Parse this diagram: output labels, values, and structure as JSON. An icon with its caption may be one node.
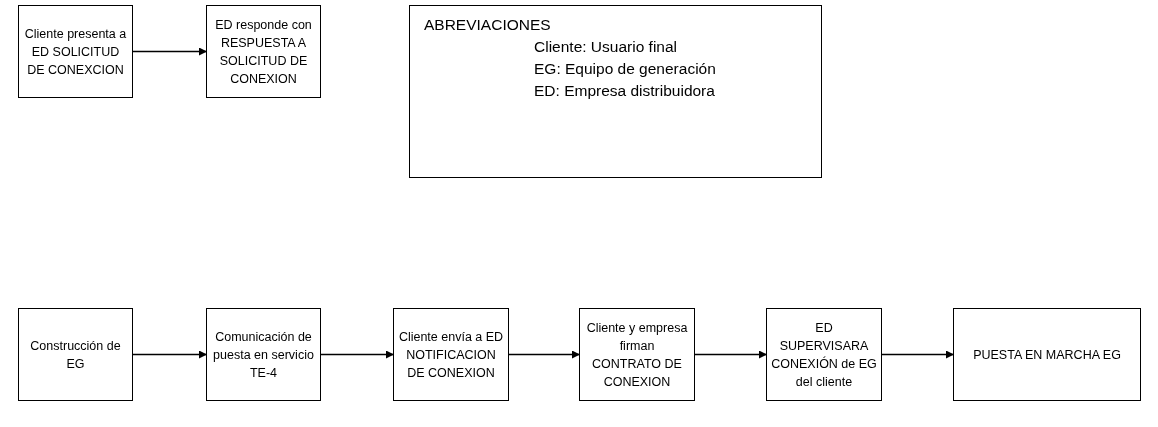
{
  "diagram": {
    "nodes": [
      {
        "text": [
          "Cliente presenta a ED SOLICITUD DE CONEXCION"
        ]
      },
      {
        "text": [
          "ED responde con RESPUESTA A SOLICITUD DE CONEXION"
        ]
      },
      {
        "text": [
          "ABREVIACIONES",
          "Cliente: Usuario final",
          "EG: Equipo de generación",
          "ED: Empresa distribuidora"
        ]
      },
      {
        "text": [
          "Construcción de EG"
        ]
      },
      {
        "text": [
          "Comunicación de puesta en servicio TE-4"
        ]
      },
      {
        "text": [
          "Cliente envía a ED NOTIFICACION DE CONEXION"
        ]
      },
      {
        "text": [
          "Cliente y empresa firman CONTRATO DE CONEXION"
        ]
      },
      {
        "text": [
          "ED SUPERVISARA CONEXIÓN de EG del cliente"
        ]
      },
      {
        "text": [
          "PUESTA EN MARCHA EG"
        ]
      }
    ],
    "edges": [
      {
        "from": 0,
        "to": 1,
        "arrow": "to"
      },
      {
        "from": 3,
        "to": 4,
        "arrow": "to"
      },
      {
        "from": 4,
        "to": 5,
        "arrow": "to"
      },
      {
        "from": 5,
        "to": 6,
        "arrow": "to"
      },
      {
        "from": 6,
        "to": 7,
        "arrow": "to"
      },
      {
        "from": 7,
        "to": 8,
        "arrow": "to"
      }
    ]
  }
}
